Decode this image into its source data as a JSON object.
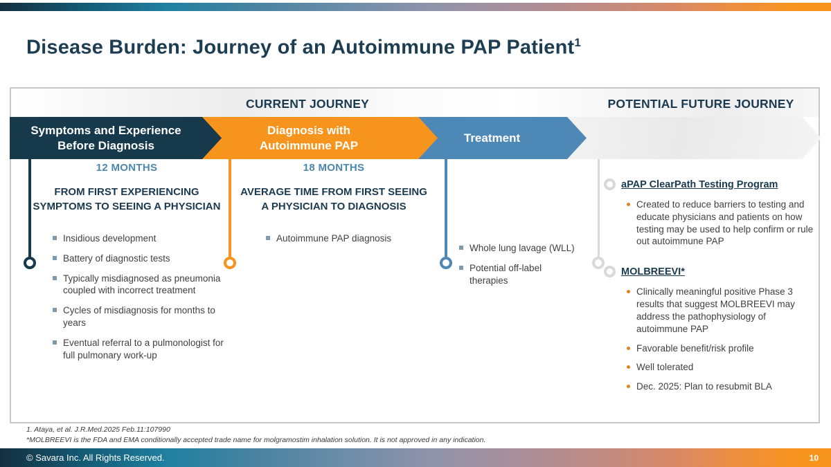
{
  "slide": {
    "title": "Disease Burden: Journey of an Autoimmune PAP Patient",
    "title_sup": "1",
    "footnotes": [
      "1. Ataya, et al. J.R.Med.2025 Feb.11:107990",
      "*MOLBREEVI is the FDA and EMA conditionally accepted trade name for molgramostim inhalation solution. It is not approved in any indication."
    ],
    "footer": {
      "copyright": "© Savara Inc. All Rights Reserved.",
      "page_number": "10"
    }
  },
  "journey": {
    "current_label": "CURRENT JOURNEY",
    "future_label": "POTENTIAL FUTURE JOURNEY",
    "stages": [
      {
        "label": "Symptoms and Experience Before Diagnosis",
        "color": "#16394c"
      },
      {
        "label": "Diagnosis with Autoimmune PAP",
        "color": "#f7941d"
      },
      {
        "label": "Treatment",
        "color": "#4e88b7"
      },
      {
        "label": "",
        "color": "#ededed"
      }
    ],
    "columns": [
      {
        "duration": "12 MONTHS",
        "heading": "FROM FIRST EXPERIENCING SYMPTOMS TO SEEING A PHYSICIAN",
        "bullets": [
          "Insidious development",
          "Battery of diagnostic tests",
          "Typically misdiagnosed as pneumonia coupled with incorrect treatment",
          "Cycles of misdiagnosis for months to years",
          "Eventual referral to a pulmonologist for full pulmonary work-up"
        ]
      },
      {
        "duration": "18 MONTHS",
        "heading": "AVERAGE TIME FROM FIRST SEEING A PHYSICIAN TO DIAGNOSIS",
        "bullets": [
          "Autoimmune PAP diagnosis"
        ]
      },
      {
        "bullets": [
          "Whole lung lavage (WLL)",
          "Potential off-label therapies"
        ]
      },
      {
        "sections": [
          {
            "heading": "aPAP ClearPath Testing Program",
            "bullets": [
              "Created to reduce barriers to testing and educate physicians and patients on how testing may be used to help confirm or rule out autoimmune PAP"
            ]
          },
          {
            "heading": "MOLBREEVI*",
            "bullets": [
              "Clinically meaningful positive Phase 3 results that suggest MOLBREEVI may address the pathophysiology of autoimmune PAP",
              "Favorable benefit/risk profile",
              "Well tolerated",
              "Dec. 2025: Plan to resubmit BLA"
            ]
          }
        ]
      }
    ]
  },
  "colors": {
    "title_text": "#1c3d52",
    "duration_text": "#4d86ae",
    "square_bullet": "#7f99ac",
    "dot_bullet": "#e0821a",
    "gradient_left": "#132f3f",
    "gradient_mid": "#1f80a1",
    "gradient_right": "#f7941d",
    "panel_border": "#c9c9c9",
    "future_gray": "#d9d9d9"
  }
}
